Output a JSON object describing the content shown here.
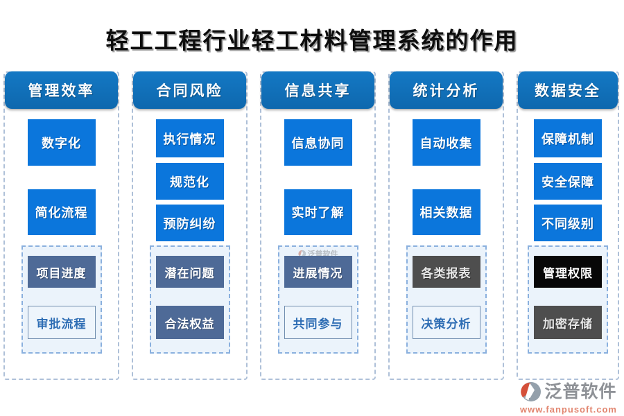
{
  "title": "轻工工程行业轻工材料管理系统的作用",
  "columns": [
    {
      "header": "管理效率",
      "boxes": [
        {
          "label": "数字化"
        },
        {
          "label": "简化流程"
        }
      ],
      "inner_boxes": [
        {
          "label": "项目进度",
          "variant": "slate"
        },
        {
          "label": "审批流程",
          "variant": "light"
        }
      ]
    },
    {
      "header": "合同风险",
      "boxes": [
        {
          "label": "执行情况"
        },
        {
          "label": "规范化"
        },
        {
          "label": "预防纠纷"
        }
      ],
      "inner_boxes": [
        {
          "label": "潜在问题",
          "variant": "slate"
        },
        {
          "label": "合法权益",
          "variant": "slate"
        }
      ]
    },
    {
      "header": "信息共享",
      "boxes": [
        {
          "label": "信息协同"
        },
        {
          "label": "实时了解"
        }
      ],
      "inner_boxes": [
        {
          "label": "进展情况",
          "variant": "slate"
        },
        {
          "label": "共同参与",
          "variant": "light"
        }
      ]
    },
    {
      "header": "统计分析",
      "boxes": [
        {
          "label": "自动收集"
        },
        {
          "label": "相关数据"
        }
      ],
      "inner_boxes": [
        {
          "label": "各类报表",
          "variant": "darkgray"
        },
        {
          "label": "决策分析",
          "variant": "light"
        }
      ]
    },
    {
      "header": "数据安全",
      "boxes": [
        {
          "label": "保障机制"
        },
        {
          "label": "安全保障"
        },
        {
          "label": "不同级别"
        }
      ],
      "inner_boxes": [
        {
          "label": "管理权限",
          "variant": "black"
        },
        {
          "label": "加密存储",
          "variant": "darkgray"
        }
      ]
    }
  ],
  "watermark": {
    "text": "泛普软件"
  },
  "footer": {
    "brand": "泛普软件",
    "url": "www.fanpusoft.com"
  },
  "colors": {
    "header_blue": "#1173b9",
    "box_blue": "#0b76dc",
    "slate_blue": "#4e6a97",
    "dark_gray": "#4e4e4e",
    "black": "#070707",
    "light_panel": "#ebf3fb",
    "dashed_outer": "#aec0d8",
    "dashed_inner": "#8ab0de",
    "brand_gray": "#8e9196",
    "brand_red": "#d4503a",
    "url_salmon": "#e28670"
  }
}
